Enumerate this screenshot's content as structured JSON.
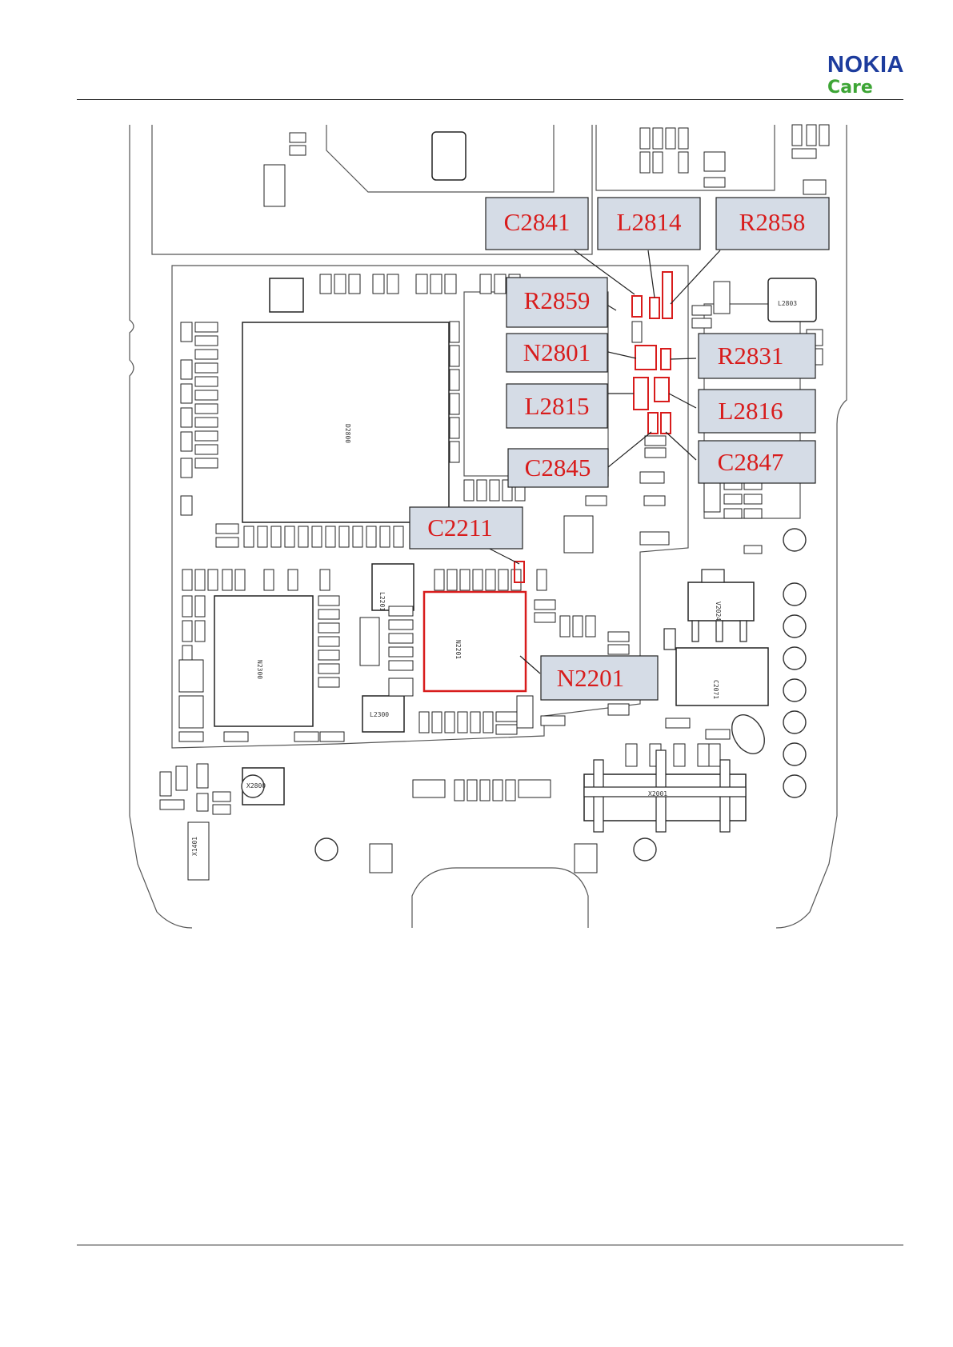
{
  "header": {
    "brand": "NOKIA",
    "sub_brand": "Care",
    "brand_color": "#1d3c9d",
    "sub_brand_color": "#3da535"
  },
  "diagram": {
    "highlight_color": "#d81c1c",
    "callout_fill": "#d5dce6",
    "callouts": [
      {
        "id": "c2841",
        "label": "C2841"
      },
      {
        "id": "l2814",
        "label": "L2814"
      },
      {
        "id": "r2858",
        "label": "R2858"
      },
      {
        "id": "r2859",
        "label": "R2859"
      },
      {
        "id": "n2801",
        "label": "N2801"
      },
      {
        "id": "r2831",
        "label": "R2831"
      },
      {
        "id": "l2815",
        "label": "L2815"
      },
      {
        "id": "l2816",
        "label": "L2816"
      },
      {
        "id": "c2845",
        "label": "C2845"
      },
      {
        "id": "c2847",
        "label": "C2847"
      },
      {
        "id": "c2211",
        "label": "C2211"
      },
      {
        "id": "n2201",
        "label": "N2201"
      }
    ],
    "silkscreen": {
      "d2800": "D2800",
      "n2300": "N2300",
      "n2201_chip": "N2201",
      "x2800": "X2800",
      "x2001": "X2001",
      "v2024": "V2024",
      "c2071": "C2071",
      "l2201": "L2201",
      "l2300": "L2300",
      "l2803": "L2803",
      "x1401": "X1401"
    }
  }
}
